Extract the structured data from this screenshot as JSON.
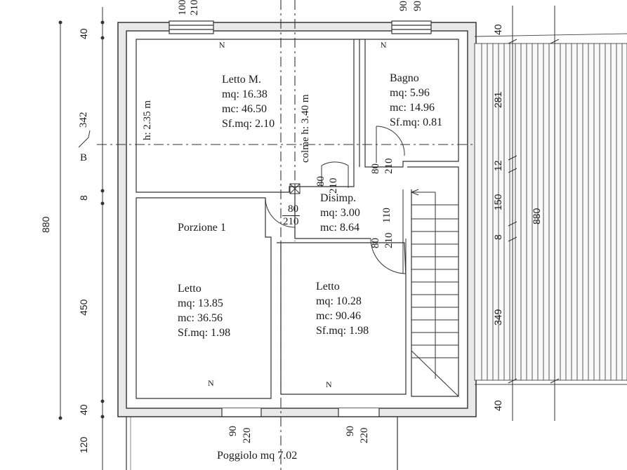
{
  "rooms": {
    "letto_m": {
      "name": "Letto M.",
      "mq": "mq: 16.38",
      "mc": "mc: 46.50",
      "sf": "Sf.mq: 2.10"
    },
    "bagno": {
      "name": "Bagno",
      "mq": "mq: 5.96",
      "mc": "mc: 14.96",
      "sf": "Sf.mq: 0.81"
    },
    "disimp": {
      "name": "Disimp.",
      "mq": "mq: 3.00",
      "mc": "mc: 8.64"
    },
    "porzione": {
      "name": "Porzione 1"
    },
    "letto_sx": {
      "name": "Letto",
      "mq": "mq: 13.85",
      "mc": "mc: 36.56",
      "sf": "Sf.mq: 1.98"
    },
    "letto_dx": {
      "name": "Letto",
      "mq": "mq: 10.28",
      "mc": "mc: 90.46",
      "sf": "Sf.mq: 1.98"
    },
    "poggiolo": {
      "name": "Poggiolo mq 7.02"
    }
  },
  "heights": {
    "left": "h: 2.35 m",
    "ridge": "colme h: 3.40 m"
  },
  "windows": {
    "top_left": {
      "w": "100",
      "h": "210"
    },
    "top_right": {
      "w": "90",
      "h": "90"
    },
    "bottom_left": {
      "w": "90",
      "h": "220"
    },
    "bottom_right": {
      "w": "90",
      "h": "220"
    }
  },
  "doors": {
    "letto_m": {
      "w": "80",
      "h": "210"
    },
    "bagno": {
      "w": "80",
      "h": "210"
    },
    "letto_dx": {
      "w": "80",
      "h": "210"
    },
    "letto_sx": {
      "w": "80",
      "h": "210"
    },
    "stair_110": "110"
  },
  "dims_left": {
    "d40_top": "40",
    "d8": "8",
    "d450": "450",
    "d40_bot": "40",
    "d120": "120",
    "d880": "880"
  },
  "dims_right": {
    "d40_top": "40",
    "d281": "281",
    "d12": "12",
    "d150": "150",
    "d8": "8",
    "d880": "880",
    "d349": "349",
    "d40_bot": "40"
  },
  "section": {
    "letter": "B",
    "code": "342"
  },
  "marks": {
    "north_a": "N",
    "north_b": "N",
    "north_c": "N",
    "north_d": "N"
  }
}
